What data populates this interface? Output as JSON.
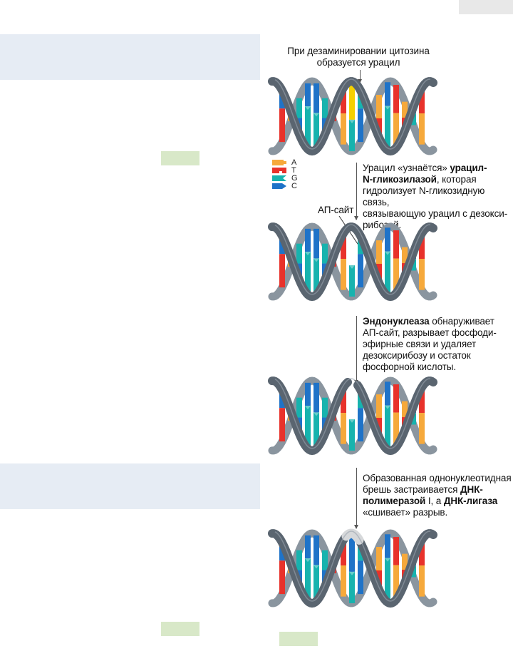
{
  "caption_top": "При дезаминировании цитозина образуется урацил",
  "caption_top_lines": [
    "При дезаминировании цитозина",
    "образуется урацил"
  ],
  "legend": [
    {
      "label": "A",
      "color": "#F6A93B"
    },
    {
      "label": "T",
      "color": "#E8322B"
    },
    {
      "label": "G",
      "color": "#17B3AE"
    },
    {
      "label": "C",
      "color": "#1F73C8"
    }
  ],
  "step1": {
    "lines": [
      [
        "Урацил «узнаётся» ",
        {
          "b": "урацил-"
        }
      ],
      [
        {
          "b": "N-гликозилазой"
        },
        ", которая"
      ],
      [
        "гидролизует N-гликозидную связь,"
      ],
      [
        "связывающую урацил с дезокси-"
      ],
      [
        "рибозой."
      ]
    ]
  },
  "ap_label": "АП-сайт",
  "step2": {
    "lines": [
      [
        {
          "b": "Эндонуклеаза"
        },
        " обнаруживает"
      ],
      [
        "АП-сайт, разрывает фосфоди-"
      ],
      [
        "эфирные связи и удаляет"
      ],
      [
        "дезоксирибозу и остаток"
      ],
      [
        "фосфорной кислоты."
      ]
    ]
  },
  "step3": {
    "lines": [
      [
        "Образованная однонуклеотидная"
      ],
      [
        "брешь застраивается ",
        {
          "b": "ДНК-"
        }
      ],
      [
        {
          "b": "полимеразой"
        },
        " I, а ",
        {
          "b": "ДНК-лигаза"
        }
      ],
      [
        "«сшивает» разрыв."
      ]
    ]
  },
  "colors": {
    "backbone": "#5A6570",
    "backbone_light": "#8A959F",
    "uracil": "#F5D000",
    "patch": "#D6D8DA",
    "left_panel": "#E6ECF4",
    "label_box": "#D8E8C8",
    "corner_box": "#E8E8E8"
  }
}
